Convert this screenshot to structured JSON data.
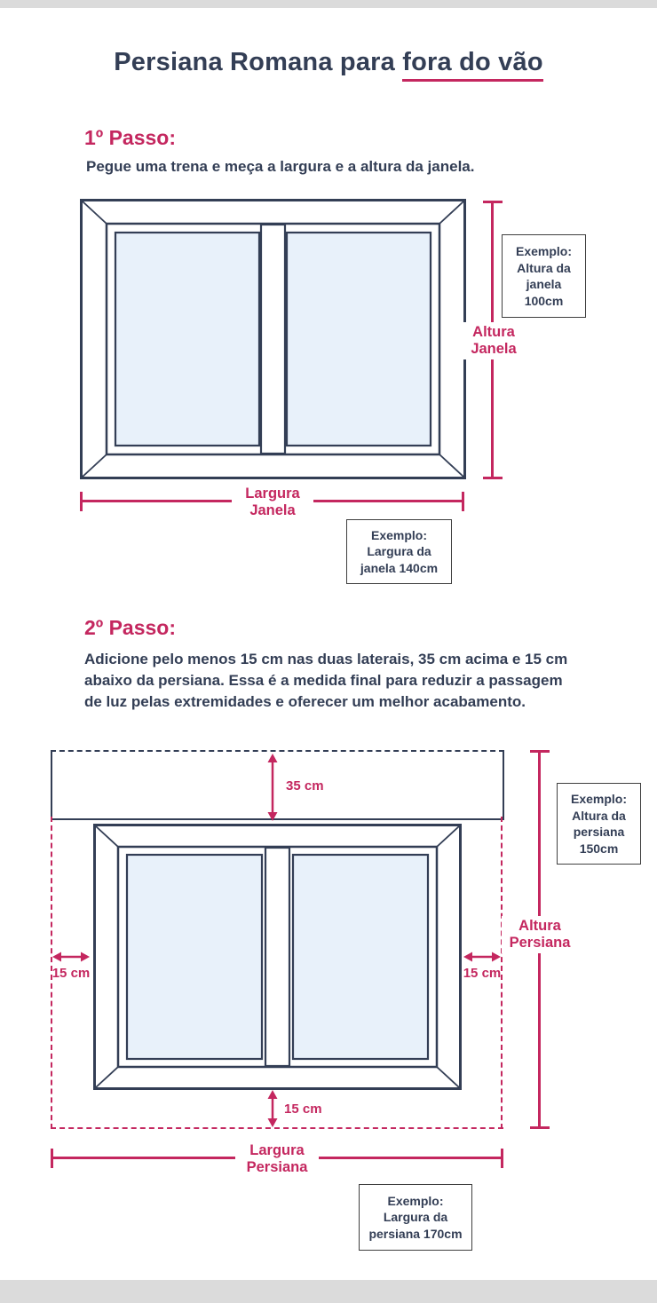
{
  "title": {
    "prefix": "Persiana Romana para ",
    "underlined": "fora do vão"
  },
  "step1": {
    "heading": "1º Passo:",
    "description": "Pegue uma trena e meça a largura e a altura da janela.",
    "height_label": {
      "line1": "Altura",
      "line2": "Janela"
    },
    "width_label": {
      "line1": "Largura",
      "line2": "Janela"
    },
    "height_example": {
      "line1": "Exemplo:",
      "line2": "Altura da",
      "line3": "janela",
      "line4": "100cm"
    },
    "width_example": {
      "line1": "Exemplo:",
      "line2": "Largura da",
      "line3": "janela 140cm"
    }
  },
  "step2": {
    "heading": "2º Passo:",
    "description": "Adicione pelo menos 15 cm nas duas laterais, 35 cm acima e 15 cm abaixo da persiana. Essa é a medida final para reduzir a passagem de luz pelas extremidades e oferecer um melhor acabamento.",
    "margin_top": "35 cm",
    "margin_left": "15 cm",
    "margin_right": "15 cm",
    "margin_bottom": "15 cm",
    "height_label": {
      "line1": "Altura",
      "line2": "Persiana"
    },
    "width_label": {
      "line1": "Largura",
      "line2": "Persiana"
    },
    "height_example": {
      "line1": "Exemplo:",
      "line2": "Altura da",
      "line3": "persiana",
      "line4": "150cm"
    },
    "width_example": {
      "line1": "Exemplo:",
      "line2": "Largura da",
      "line3": "persiana 170cm"
    }
  },
  "colors": {
    "accent_pink": "#c4275f",
    "navy": "#333e55",
    "pane_blue": "#e8f1fa",
    "edge_gray": "#dbdbdb"
  }
}
